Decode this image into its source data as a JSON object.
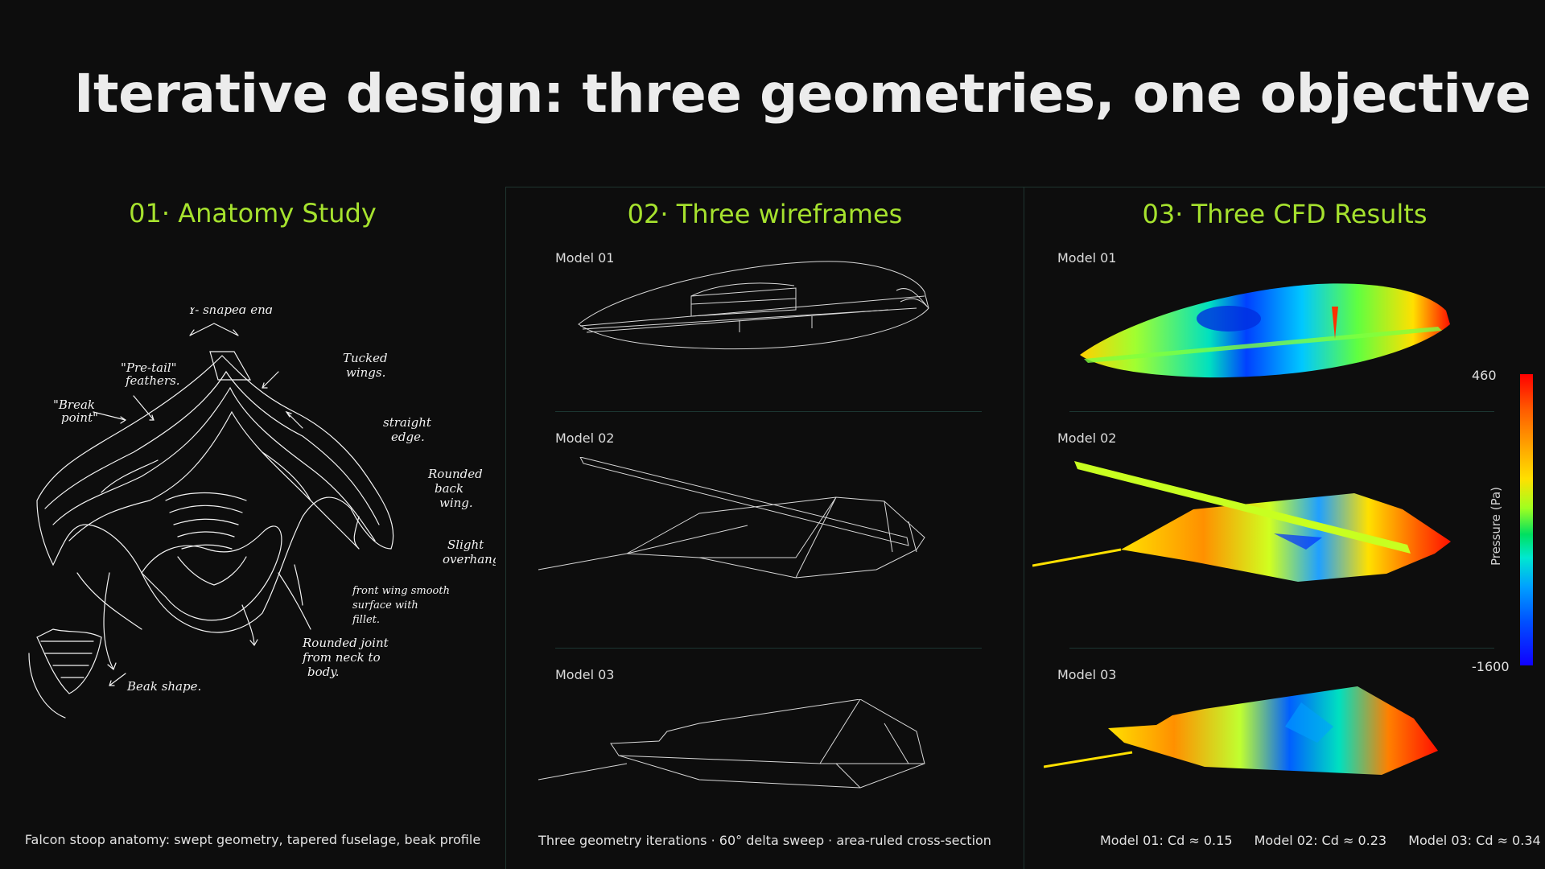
{
  "slide": {
    "title": "Iterative design: three geometries, one objective"
  },
  "panels": {
    "anatomy": {
      "title": "01· Anatomy Study",
      "caption": "Falcon stoop anatomy: swept geometry, tapered fuselage, beak profile",
      "annotations": {
        "y_shaped_end": "Y- shaped end",
        "pre_tail": "\"Pre-tail\"",
        "feathers": "feathers.",
        "tucked": "Tucked",
        "wings": "wings.",
        "break": "\"Break",
        "point": "point\"",
        "straight": "straight",
        "edge": "edge.",
        "rounded": "Rounded",
        "back": "back",
        "wing": "wing.",
        "slight": "Slight",
        "overhang": "overhang",
        "front_wing_1": "front wing smooth",
        "front_wing_2": "surface with",
        "front_wing_3": "fillet.",
        "joint_1": "Rounded joint",
        "joint_2": "from neck to",
        "joint_3": "body.",
        "beak": "Beak shape."
      }
    },
    "wireframes": {
      "title": "02· Three wireframes",
      "caption": "Three geometry iterations · 60° delta sweep · area-ruled cross-section",
      "models": [
        "Model 01",
        "Model 02",
        "Model 03"
      ]
    },
    "cfd": {
      "title": "03· Three CFD Results",
      "models": [
        "Model 01",
        "Model 02",
        "Model 03"
      ],
      "colorbar": {
        "label": "Pressure (Pa)",
        "max": "460",
        "min": "-1600"
      },
      "results": [
        {
          "label": "Model 01: Cd ≈ 0.15"
        },
        {
          "label": "Model 02: Cd ≈ 0.23"
        },
        {
          "label": "Model 03: Cd ≈ 0.34"
        }
      ]
    }
  },
  "colors": {
    "background": "#0d0d0d",
    "accent": "#a6e22e",
    "divider": "#1f3530"
  }
}
